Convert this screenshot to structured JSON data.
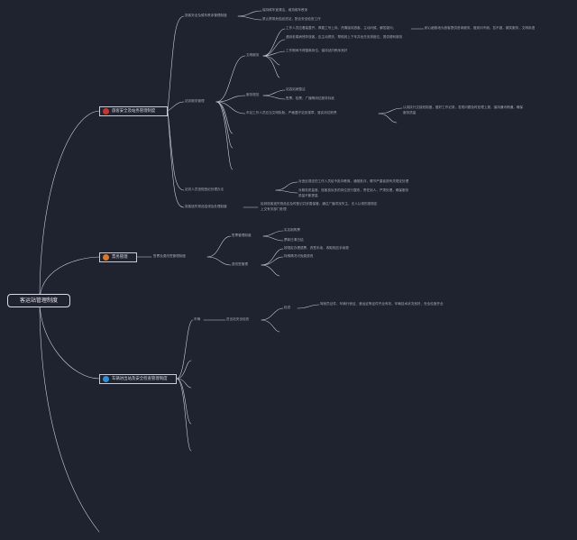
{
  "root": {
    "label": "客运站管理制度"
  },
  "colors": {
    "background": "#1f2330",
    "line": "#c9ccd4",
    "text": "#a3a8b3",
    "branch1_dot": "#c0392b",
    "branch2_dot": "#d9782b",
    "branch3_dot": "#2e8fd6"
  },
  "branches": [
    {
      "label": "旅客安全及站务管理制度",
      "dot_color": "#c0392b"
    },
    {
      "label": "票务管理",
      "dot_color": "#d9782b"
    },
    {
      "label": "车辆进出站及安全检查管理制度",
      "dot_color": "#2e8fd6"
    }
  ],
  "b1": {
    "n1": "旅客安全及候车秩序管理制度",
    "n1a": "保持候车室清洁，维持候车秩序",
    "n1b": "禁止携带危险品进站，配合安全检查工作",
    "n2": "站务服务管理",
    "n2a": "文明服务",
    "n2a1": "工作人员应着装整齐、佩戴工号上岗、热情接待旅客、主动问候、解答疑问、",
    "n2a1x": "耐心细致地为旅客提供咨询服务，做到问不倒、答不错，微笑服务，文明用语",
    "n2a2": "遇到老弱病残孕旅客，应主动搀扶、帮助其上下车并优先安排座位，提供便利服务",
    "n2a3": "工作期间不得擅离岗位，保持站内秩序良好",
    "n2b": "服务规范",
    "n2b1": "站容站貌整洁",
    "n2b2": "售票、检票、广播等岗位服务标准",
    "n2c": "车站工作人员应当文明执勤，严格遵守站务规章，落实岗位职责",
    "n2c1": "认真执行交接班制度，做好工作记录，发现问题及时处理上报，保持通讯畅通，确保",
    "n2c1b": "服务质量",
    "n3": "站务人员违规违纪处理办法",
    "n3a": "对违反规定的工作人员给予批评教育、通报批评，情节严重者按有关规定处理",
    "n3b": "对服务质量差、旅客投诉多的岗位进行整改，责任到人，严肃处理，确保服务",
    "n3b2": "质量不断提高",
    "n4": "旅客遗失物品招领及处理制度",
    "n4a": "拾到旅客遗失物品应及时登记并妥善保管，通过广播寻找失主，无人认领的按规定",
    "n4a2": "上交有关部门处理"
  },
  "b2": {
    "n1": "售票及退改签管理制度",
    "n1a": "售票管理制度",
    "n1a1": "实名制购票",
    "n1a2": "票款日清日结",
    "n1b": "退改签管理",
    "n1b1": "按规定办理退票、改签手续，收取相应手续费",
    "n1b2": "特殊情况可免费退改"
  },
  "b3": {
    "n1": "车辆",
    "n1a": "进出站安全检查",
    "n1a1": "检查",
    "n1a1a": "驾驶员证件、车辆行驶证、营运证等证件齐全有效，车辆技术状况良好，安全设施齐全"
  }
}
